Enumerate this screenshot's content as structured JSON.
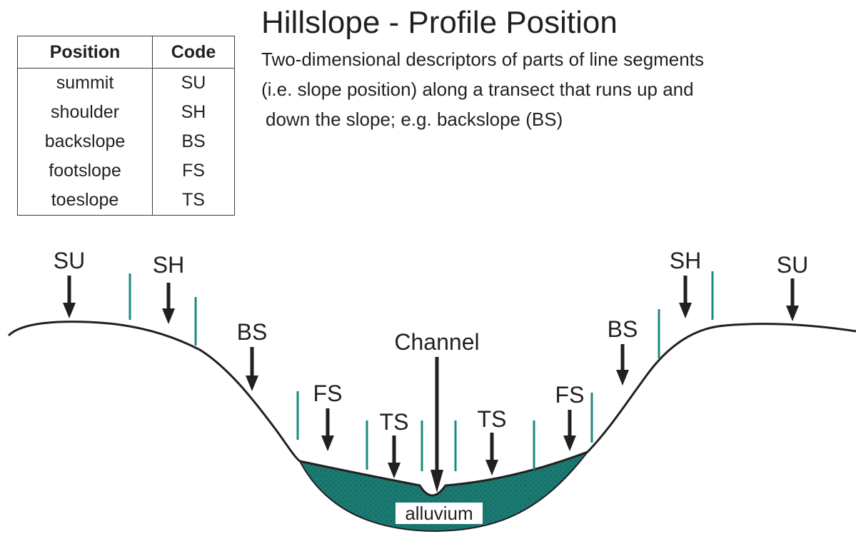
{
  "title": "Hillslope - Profile Position",
  "description": [
    "Two-dimensional descriptors of parts of line segments",
    "(i.e. slope position) along a transect that runs up and",
    "down the slope; e.g. backslope (BS)"
  ],
  "table": {
    "headers": [
      "Position",
      "Code"
    ],
    "rows": [
      {
        "position": "summit",
        "code": "SU"
      },
      {
        "position": "shoulder",
        "code": "SH"
      },
      {
        "position": "backslope",
        "code": "BS"
      },
      {
        "position": "footslope",
        "code": "FS"
      },
      {
        "position": "toeslope",
        "code": "TS"
      }
    ]
  },
  "profile_labels": {
    "su_left": "SU",
    "sh_left": "SH",
    "bs_left": "BS",
    "fs_left": "FS",
    "ts_left": "TS",
    "channel": "Channel",
    "ts_right": "TS",
    "fs_right": "FS",
    "bs_right": "BS",
    "sh_right": "SH",
    "su_right": "SU",
    "alluvium": "alluvium"
  },
  "colors": {
    "alluvium_fill": "#1a7a72",
    "divider": "#1a8a80",
    "line": "#231f20"
  }
}
